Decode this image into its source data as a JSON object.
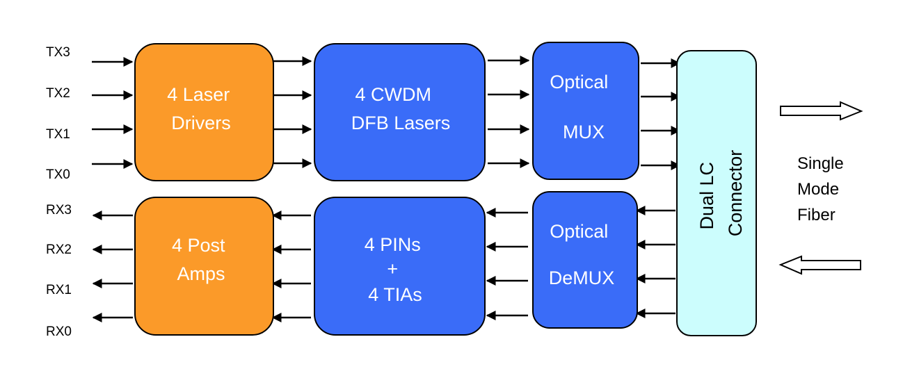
{
  "colors": {
    "driver_orange": "#fb9a29",
    "block_blue": "#3a6cf8",
    "connector_cyan": "#ccfdfd",
    "stroke": "#000000",
    "label_white": "#ffffff"
  },
  "tx_signals": [
    "TX3",
    "TX2",
    "TX1",
    "TX0"
  ],
  "rx_signals": [
    "RX3",
    "RX2",
    "RX1",
    "RX0"
  ],
  "blocks": {
    "laser_drivers": {
      "lines": [
        "4 Laser",
        "Drivers"
      ]
    },
    "cwdm_lasers": {
      "lines": [
        "4 CWDM",
        "DFB Lasers"
      ]
    },
    "optical_mux": {
      "lines": [
        "Optical",
        "MUX"
      ]
    },
    "post_amps": {
      "lines": [
        "4 Post",
        "Amps"
      ]
    },
    "pins_tias": {
      "lines": [
        "4  PINs",
        "+",
        "4 TIAs"
      ]
    },
    "optical_demux": {
      "lines": [
        "Optical",
        "DeMUX"
      ]
    },
    "connector": {
      "lines": [
        "Dual LC",
        "Connector"
      ]
    }
  },
  "fiber": {
    "lines": [
      "Single",
      "Mode",
      "Fiber"
    ],
    "tx_direction": "right",
    "rx_direction": "left"
  }
}
